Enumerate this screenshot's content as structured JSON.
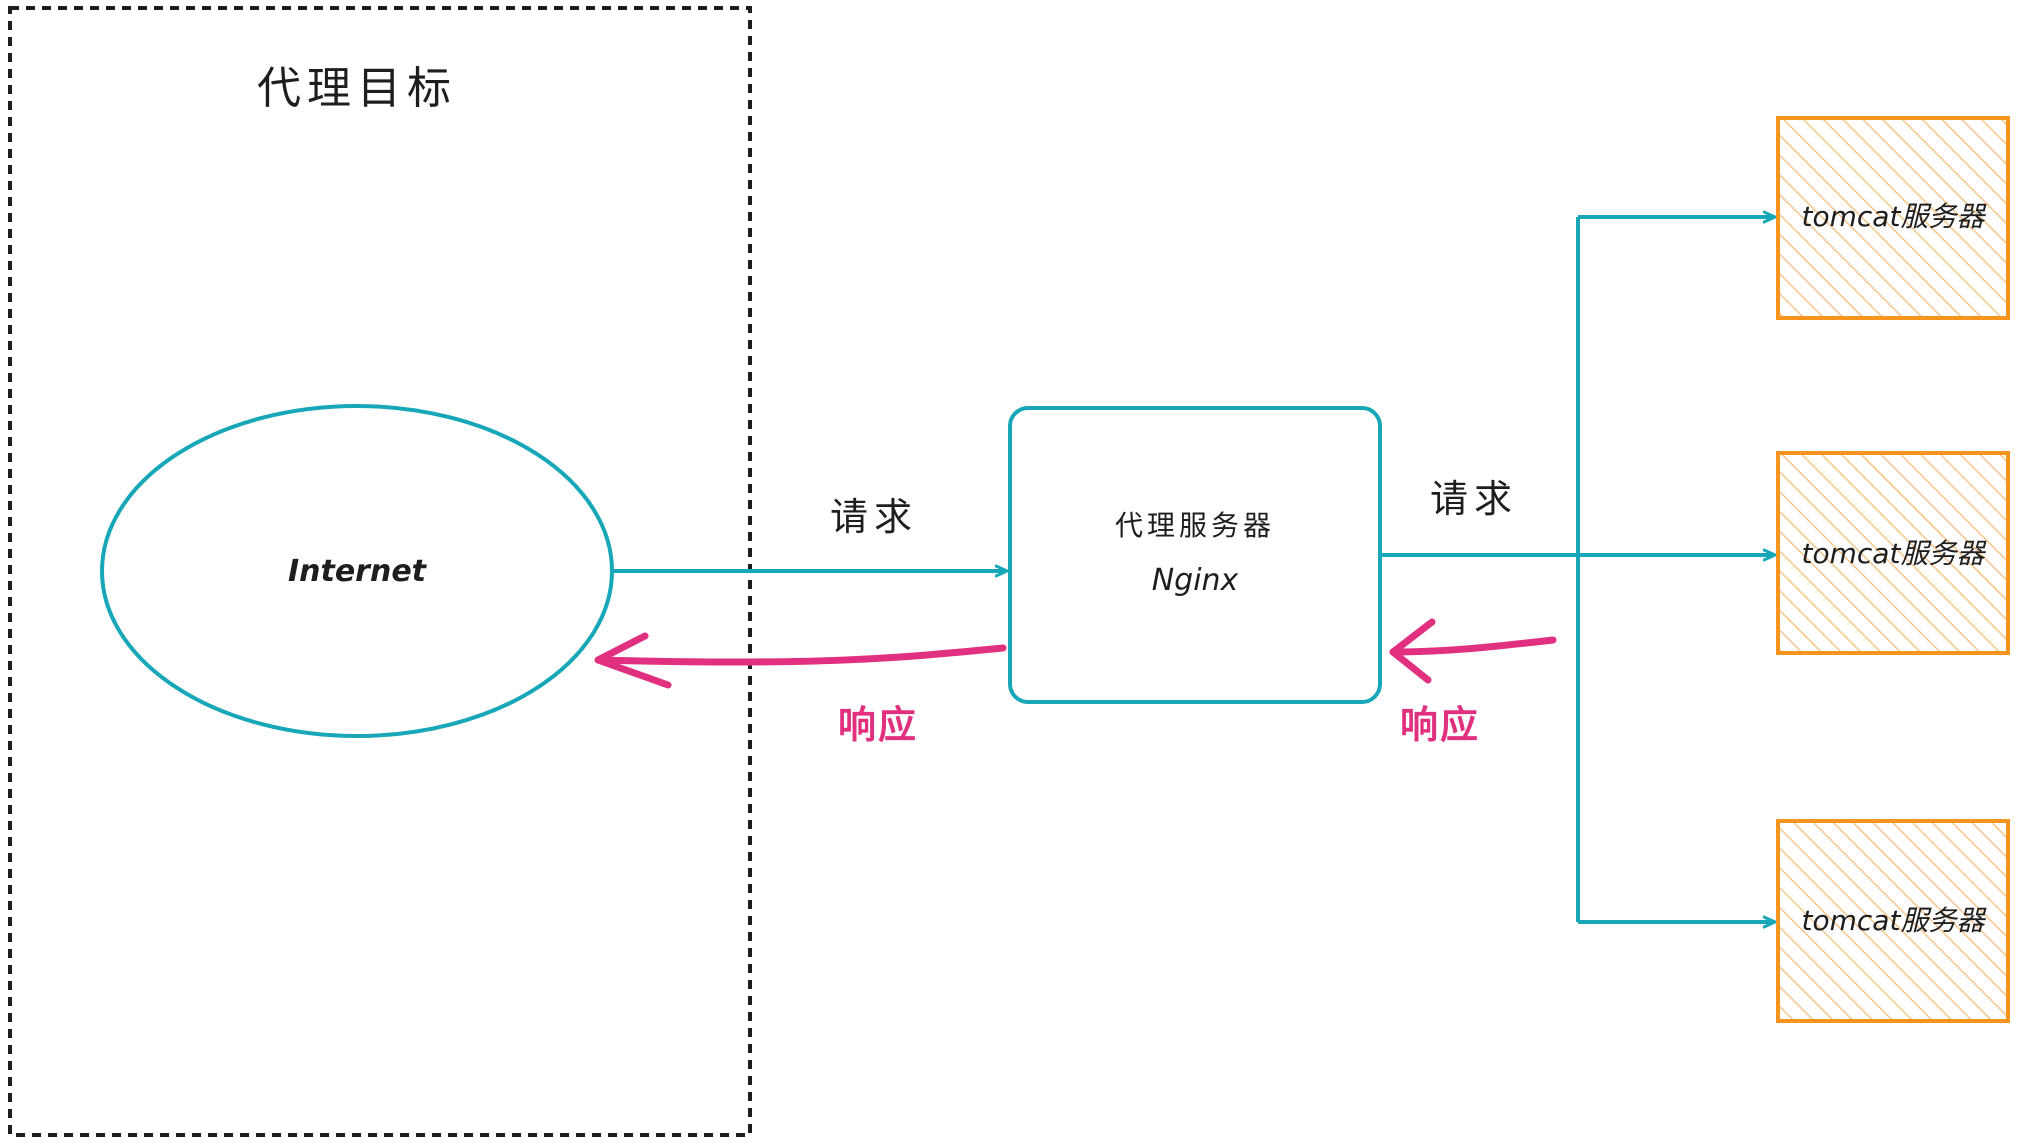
{
  "colors": {
    "teal": "#17a7b8",
    "pink": "#e0307f",
    "orange": "#f7941d",
    "orange_hatch": "#f9c58a",
    "dark": "#1e1e1e"
  },
  "target_zone": {
    "title": "代理目标"
  },
  "internet": {
    "label": "Internet"
  },
  "left_link": {
    "request_label": "请求",
    "response_label": "响应"
  },
  "proxy": {
    "title": "代理服务器",
    "subtitle": "Nginx"
  },
  "right_link": {
    "request_label": "请求",
    "response_label": "响应"
  },
  "servers": [
    {
      "label": "tomcat服务器"
    },
    {
      "label": "tomcat服务器"
    },
    {
      "label": "tomcat服务器"
    }
  ]
}
